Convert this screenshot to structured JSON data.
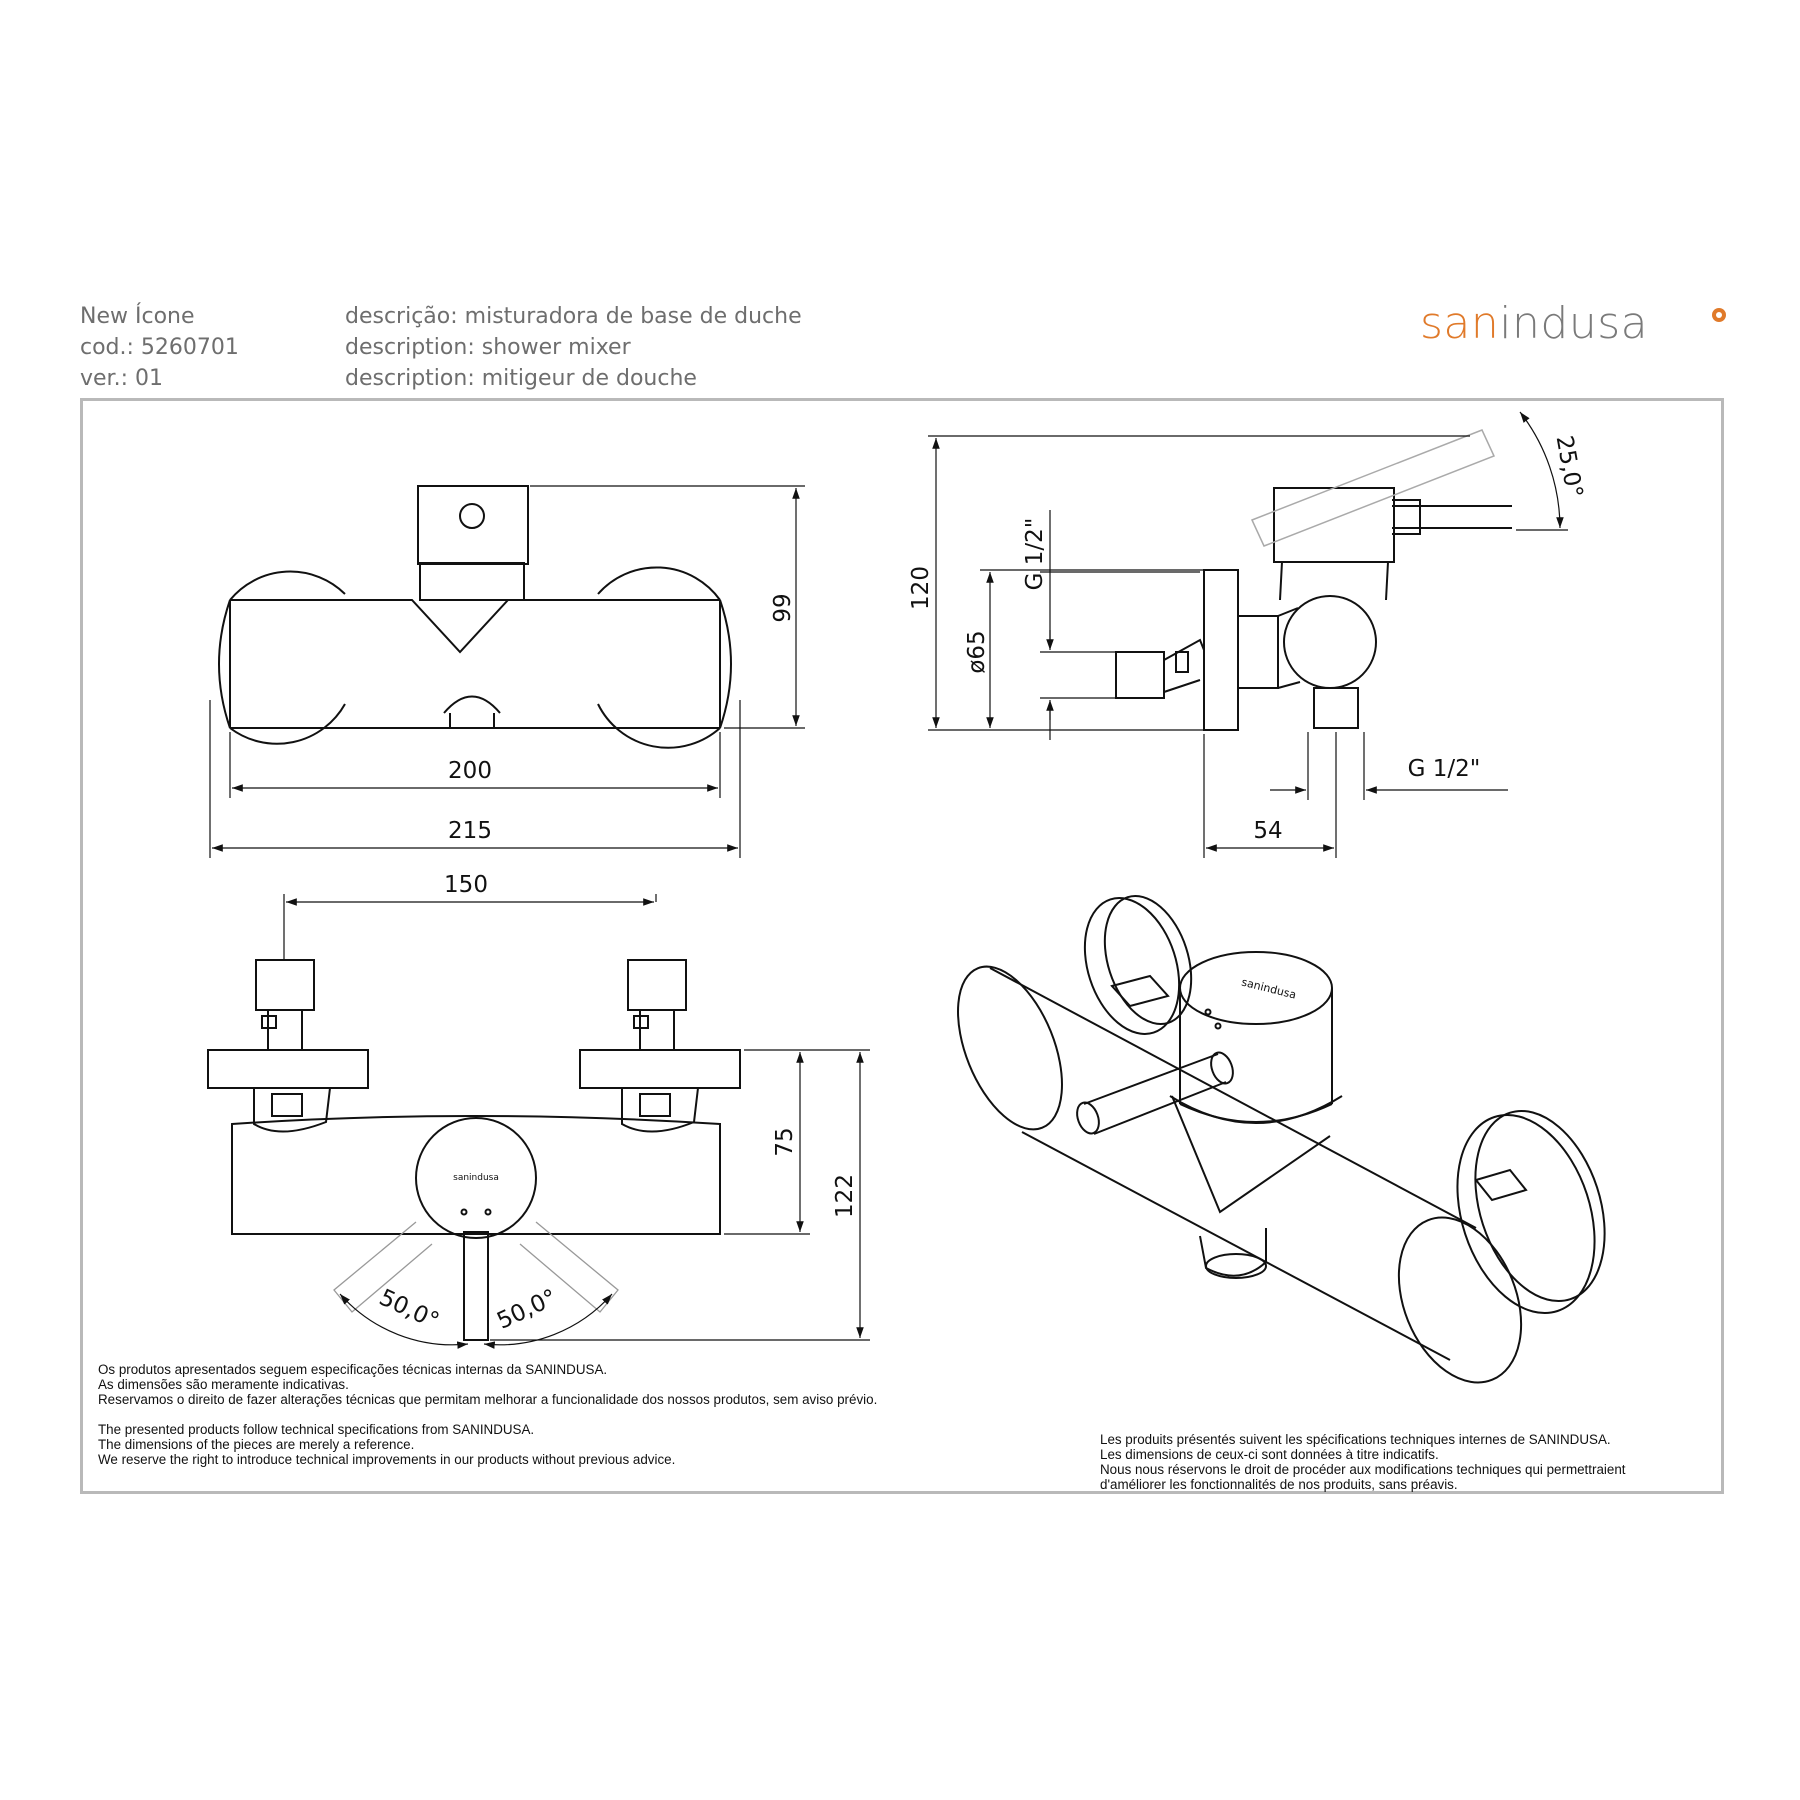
{
  "header": {
    "product_name": "New Ícone",
    "code": "cod.: 5260701",
    "version": "ver.: 01",
    "desc_pt": "descrição: misturadora de base de duche",
    "desc_en": "description: shower mixer",
    "desc_fr": "description: mitigeur de douche"
  },
  "logo": {
    "part1": "san",
    "part2": "indusa"
  },
  "dimensions": {
    "front_height": "99",
    "front_width_body": "200",
    "front_width_total": "215",
    "side_height": "120",
    "side_angle": "25,0°",
    "side_thread_top": "G 1/2\"",
    "side_diameter": "ø65",
    "side_thread_bottom": "G 1/2\"",
    "side_depth": "54",
    "top_spacing": "150",
    "top_height_body": "75",
    "top_height_total": "122",
    "top_angle_left": "50,0°",
    "top_angle_right": "50,0°",
    "handle_brand": "sanindusa",
    "iso_brand": "sanindusa"
  },
  "notes": {
    "pt": [
      "Os produtos apresentados seguem especificações técnicas internas da SANINDUSA.",
      "As dimensões são meramente indicativas.",
      "Reservamos o direito de fazer alterações técnicas que permitam melhorar a funcionalidade dos nossos produtos, sem aviso prévio."
    ],
    "en": [
      "The presented products follow technical specifications from SANINDUSA.",
      "The dimensions of the pieces are merely a reference.",
      "We reserve the right to introduce technical improvements in our products without previous advice."
    ],
    "fr": [
      "Les produits présentés suivent les spécifications techniques internes de SANINDUSA.",
      "Les dimensions de ceux-ci sont données à titre indicatifs.",
      "Nous nous réservons le droit de procéder aux modifications techniques qui permettraient",
      "d'améliorer les fonctionnalités de nos produits, sans préavis."
    ]
  },
  "colors": {
    "brand_orange": "#e07a2a",
    "brand_gray": "#7a7a7a",
    "frame": "#b9b9b9"
  }
}
